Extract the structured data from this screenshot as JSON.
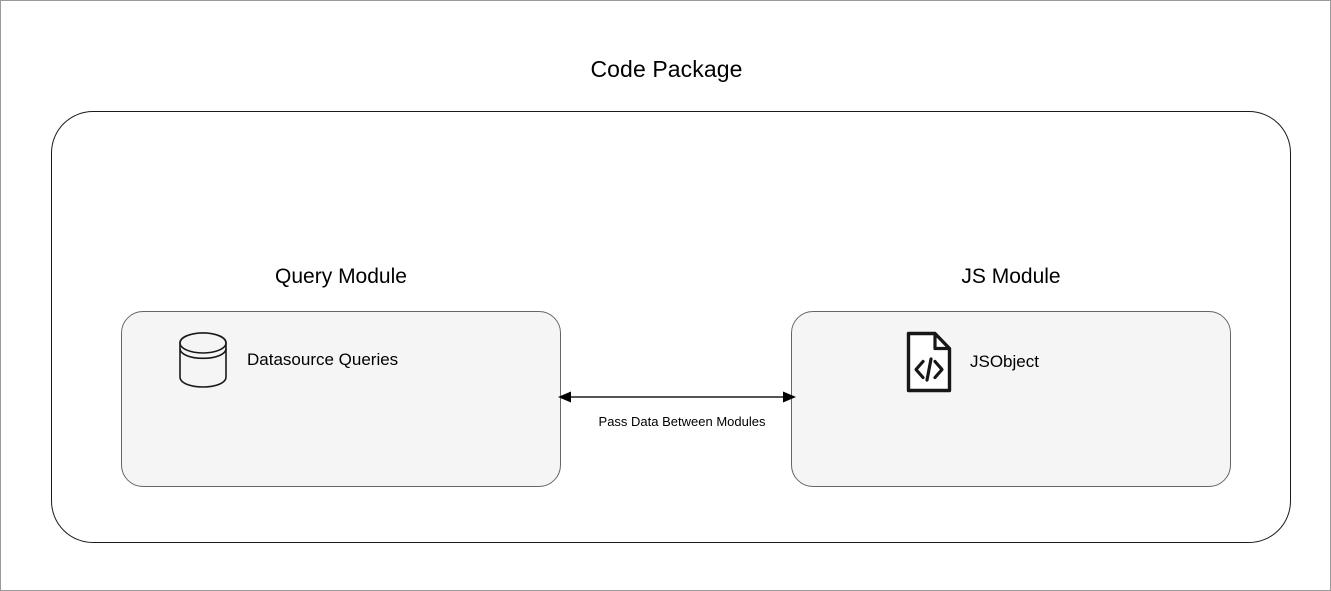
{
  "diagram": {
    "title": "Code Package",
    "background_color": "#ffffff",
    "outer_border_color": "#9a9a9a",
    "container": {
      "name": "Code Package",
      "border_color": "#1a1a1a",
      "fill": "transparent"
    },
    "modules": [
      {
        "label": "Query Module",
        "box_fill": "#f5f5f5",
        "box_border": "#666666",
        "node": {
          "icon": "database-cylinder-icon",
          "label": "Datasource Queries"
        }
      },
      {
        "label": "JS Module",
        "box_fill": "#f5f5f5",
        "box_border": "#666666",
        "node": {
          "icon": "code-file-icon",
          "label": "JSObject"
        }
      }
    ],
    "connector": {
      "label": "Pass Data Between Modules",
      "direction": "bidirectional",
      "color": "#3d3d3d",
      "start_icon": "arrow-left-head",
      "end_icon": "arrow-right-head"
    }
  }
}
